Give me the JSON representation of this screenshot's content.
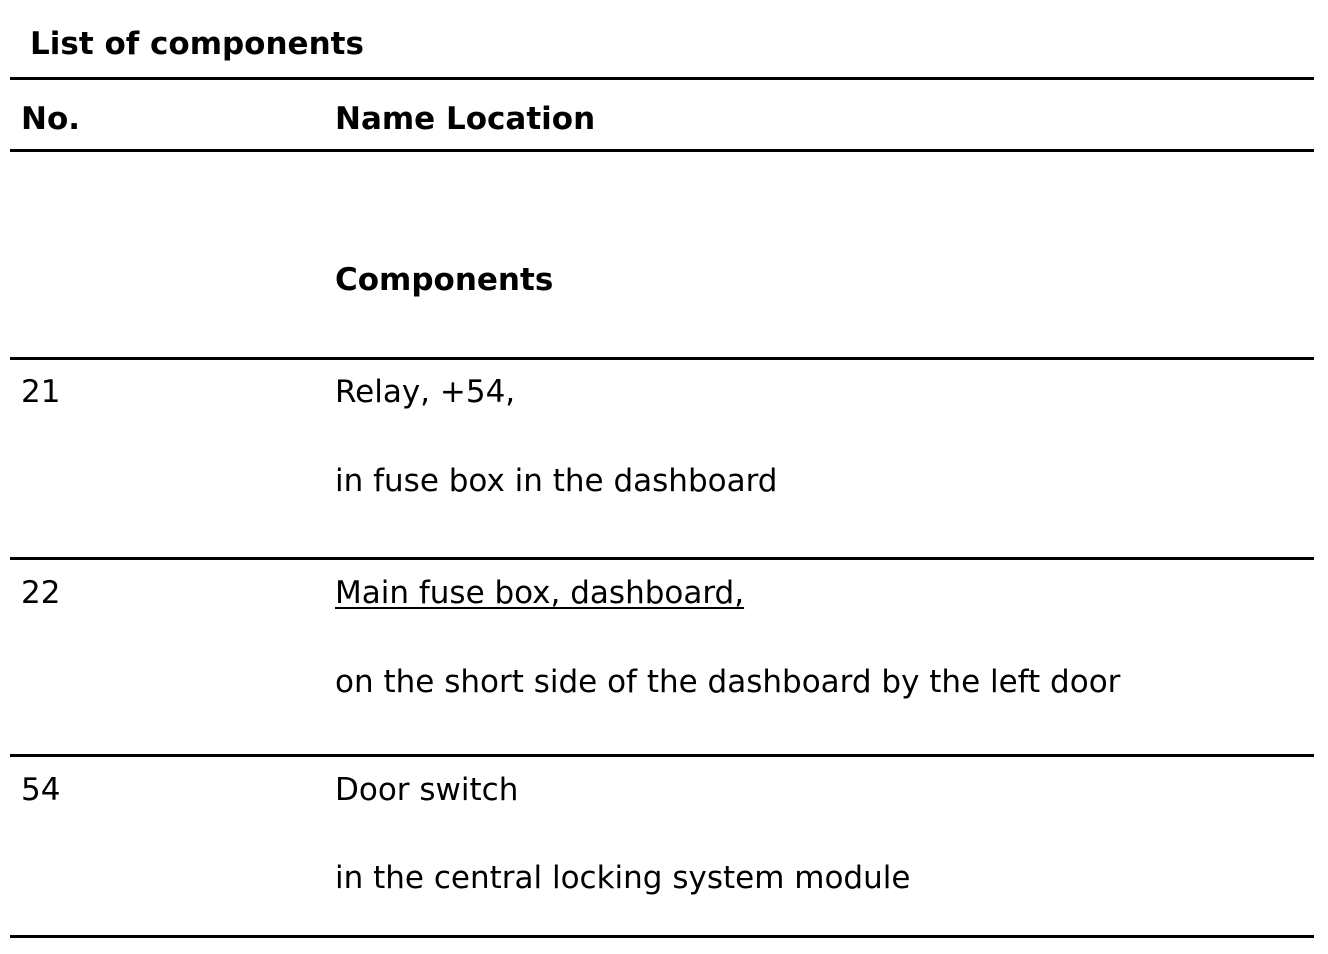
{
  "document": {
    "title": "List of components",
    "header": {
      "no_label": "No.",
      "name_location_label": "Name Location"
    },
    "section_heading": "Components",
    "rows": [
      {
        "no": "21",
        "name": "Relay, +54,",
        "location": "in fuse box in the dashboard",
        "name_is_link": false
      },
      {
        "no": "22",
        "name": "Main fuse box, dashboard,",
        "location": "on the short side of the dashboard by the left door",
        "name_is_link": true
      },
      {
        "no": "54",
        "name": "Door switch",
        "location": "in the central locking system module",
        "name_is_link": false
      }
    ]
  }
}
